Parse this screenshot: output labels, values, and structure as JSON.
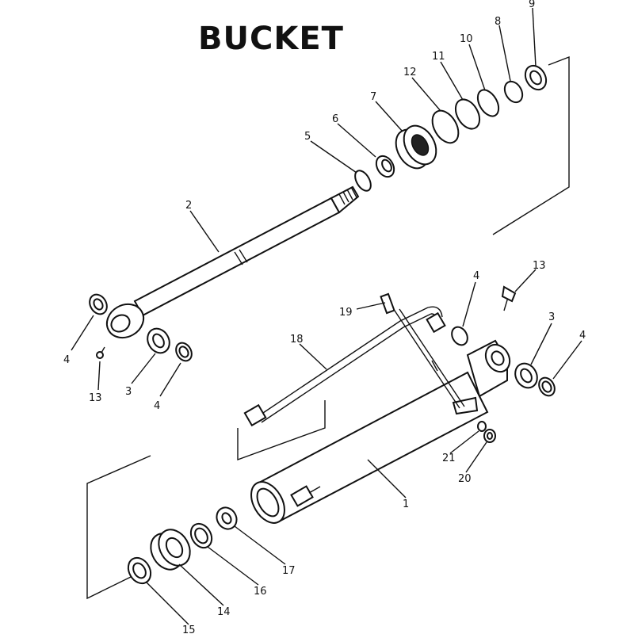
{
  "title": "BUCKET",
  "labels": {
    "p1": "1",
    "p2": "2",
    "p3a": "3",
    "p3b": "3",
    "p4a": "4",
    "p4b": "4",
    "p4c": "4",
    "p4d": "4",
    "p5": "5",
    "p6": "6",
    "p7": "7",
    "p8": "8",
    "p9": "9",
    "p10": "10",
    "p11": "11",
    "p12": "12",
    "p13a": "13",
    "p13b": "13",
    "p14": "14",
    "p15": "15",
    "p16": "16",
    "p17": "17",
    "p18": "18",
    "p19": "19",
    "p20": "20",
    "p21": "21"
  }
}
